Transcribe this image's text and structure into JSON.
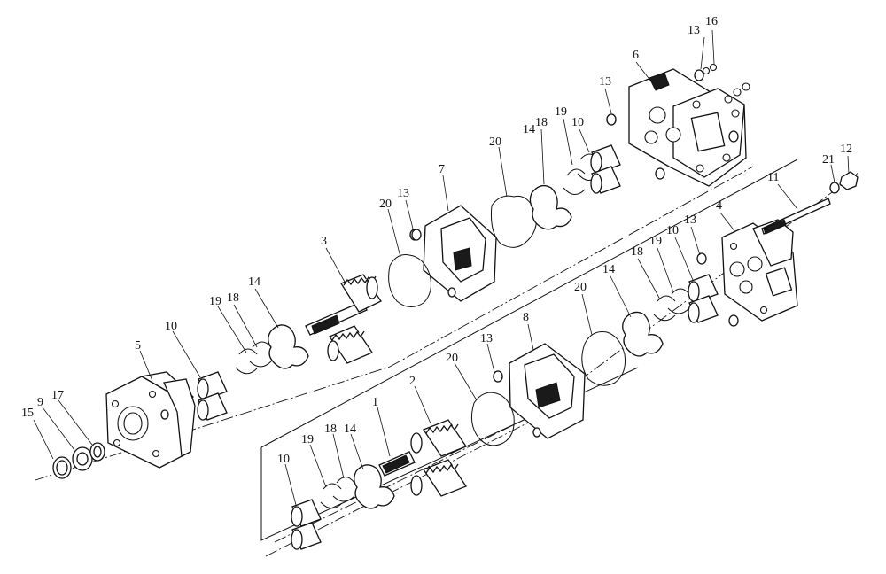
{
  "diagram": {
    "callouts": {
      "c1": "1",
      "c2": "2",
      "c3": "3",
      "c4": "4",
      "c5": "5",
      "c6": "6",
      "c7": "7",
      "c8": "8",
      "c9": "9",
      "c10a": "10",
      "c10b": "10",
      "c10c": "10",
      "c10d": "10",
      "c11": "11",
      "c12": "12",
      "c13a": "13",
      "c13b": "13",
      "c13c": "13",
      "c13d": "13",
      "c13e": "13",
      "c14a": "14",
      "c14b": "14",
      "c14c": "14",
      "c14d": "14",
      "c15": "15",
      "c16": "16",
      "c17": "17",
      "c18a": "18",
      "c18b": "18",
      "c18c": "18",
      "c18d": "18",
      "c19a": "19",
      "c19b": "19",
      "c19c": "19",
      "c19d": "19",
      "c20a": "20",
      "c20b": "20",
      "c20c": "20",
      "c20d": "20",
      "c21": "21"
    }
  }
}
